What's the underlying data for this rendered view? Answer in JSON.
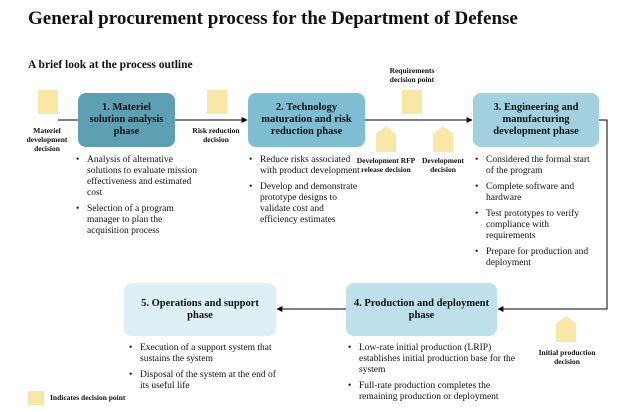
{
  "title": "General procurement process for the Department of Defense",
  "subtitle": "A brief look at the process outline",
  "phases": [
    {
      "label": "1. Materiel solution analysis phase",
      "bullets": [
        "Analysis of alternative solutions to evaluate mission effectiveness and estimated cost",
        "Selection of a program manager to plan the acquisition process"
      ]
    },
    {
      "label": "2. Technology maturation and risk reduction phase",
      "bullets": [
        "Reduce risks associated with product development",
        "Develop and demonstrate prototype designs to validate cost and efficiency estimates"
      ]
    },
    {
      "label": "3. Engineering and manufacturing development phase",
      "bullets": [
        "Considered the formal start of the program",
        "Complete software and hardware",
        "Test prototypes to verify compliance with requirements",
        "Prepare for production and deployment"
      ]
    },
    {
      "label": "4. Production and deployment phase",
      "bullets": [
        "Low-rate initial production (LRIP) establishes initial production base for the system",
        "Full-rate production completes the remaining production or deployment"
      ]
    },
    {
      "label": "5. Operations and support phase",
      "bullets": [
        "Execution of a support system that sustains the system",
        "Disposal of the system at the end of its useful life"
      ]
    }
  ],
  "decision_points": {
    "materiel_development": "Materiel development decision",
    "risk_reduction": "Risk reduction decision",
    "requirements": "Requirements decision point",
    "development_rfp": "Development RFP release decision",
    "development": "Development decision",
    "initial_production": "Initial production decision"
  },
  "legend": {
    "label": "Indicates decision point"
  },
  "colors": {
    "phase1": "#5f9fb4",
    "phase2": "#7ebdd2",
    "phase3": "#a3d0df",
    "phase4": "#bde0ea",
    "phase5": "#deeff5",
    "decision_marker": "#f9e7a8"
  }
}
